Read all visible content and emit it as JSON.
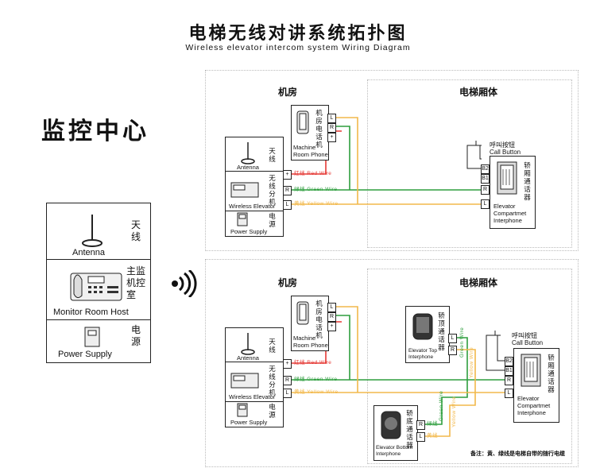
{
  "header": {
    "title_cn": "电梯无线对讲系统拓扑图",
    "title_en": "Wireless elevator intercom system Wiring Diagram"
  },
  "monitor": {
    "title": "监控中心",
    "antenna_cn": "天线",
    "antenna_en": "Antenna",
    "host_cn": "主监机控室",
    "host_en": "Monitor Room Host",
    "power_cn": "电源",
    "power_en": "Power Supply"
  },
  "sections": {
    "machine_room": "机房",
    "car": "电梯厢体"
  },
  "devices": {
    "machine_phone_cn": "机房电话机",
    "machine_phone_en_1": "Machine",
    "machine_phone_en_2": "Room Phone",
    "antenna_cn": "天线",
    "antenna_en": "Antenna",
    "wireless_cn": "无线分机",
    "wireless_en": "Wireless Elevator",
    "power_cn": "电源",
    "power_en": "Power Supply",
    "call_button_cn": "呼叫按钮",
    "call_button_en": "Call Button",
    "car_intercom_cn": "轿厢通话器",
    "car_intercom_en_1": "Elevator",
    "car_intercom_en_2": "Compartmet",
    "car_intercom_en_3": "Interphone",
    "top_intercom_cn": "轿顶通话器",
    "top_intercom_en_1": "Elevator Top",
    "top_intercom_en_2": "Interphone",
    "bottom_intercom_cn": "轿底通话器",
    "bottom_intercom_en_1": "Elevator Bottom",
    "bottom_intercom_en_2": "Interphone"
  },
  "terminals": {
    "L": "L",
    "R": "R",
    "plus": "+",
    "B1": "B1",
    "B2": "B2"
  },
  "wires": {
    "red": "红线  Red Wire",
    "green": "绿线  Green Wire",
    "yellow": "黄线  Yellow Wire",
    "green_v": "Green Wire",
    "yellow_v": "Yellow Wire",
    "green_cn": "绿线",
    "yellow_cn": "黄线"
  },
  "note": "备注：黄、绿线是电梯自带的随行电缆",
  "colors": {
    "red": "#e53935",
    "green": "#2e9e3e",
    "yellow": "#f2b84b",
    "frame": "#222222"
  }
}
